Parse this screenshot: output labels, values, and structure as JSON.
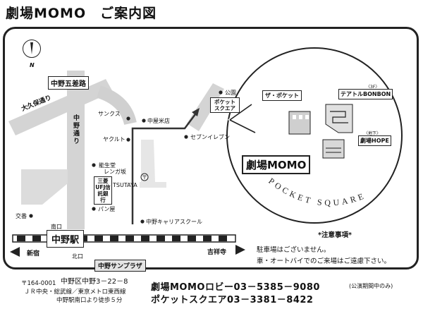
{
  "header": {
    "title": "劇場MOMO　ご案内図"
  },
  "compass": {
    "letter": "N"
  },
  "roads": {
    "gosaro": "中野五差路",
    "okubo": "大久保通り",
    "nakano_dori": "中野通り"
  },
  "places": {
    "sunkus": "サンクス",
    "yakult": "ヤクルト",
    "nosei": "能生堂",
    "renga": "レンガ坂",
    "bank": "三菱UFJ信託銀行",
    "tsutaya": "TSUTAYA",
    "pan": "パン屋",
    "koban": "交番",
    "nakaya": "中屋米店",
    "park": "公園",
    "seven": "セブンイレブン",
    "career": "中野キャリアスクール",
    "pocket_square_map": "ポケット スクエア",
    "minamiguchi": "南口",
    "kitaguchi": "北口",
    "station": "中野駅",
    "shinjuku": "新宿",
    "kichijoji": "吉祥寺",
    "sunplaza": "中野サンプラザ"
  },
  "inset": {
    "za_pocket": "ザ・ポケット",
    "bonbon_floor": "〈3F〉",
    "bonbon": "テアトルBONBON",
    "hope_floor": "〈地下〉",
    "hope": "劇場HOPE",
    "momo": "劇場MOMO",
    "arc_text": "POCKET SQUARE"
  },
  "notice": {
    "title": "*注意事項*",
    "line1": "駐車場はございません。",
    "line2": "車・オートバイでのご来場はご遠慮下さい。"
  },
  "footer": {
    "zip": "〒164-0001",
    "address": "中野区中野3－22－8",
    "access1": "ＪＲ中央・総武線／東京メトロ東西線",
    "access2": "中野駅南口より徒歩５分",
    "phone1": "劇場MOMOロビー03－5385－9080",
    "phone1_note": "(公演期間中のみ)",
    "phone2": "ポケットスクエア03－3381－8422"
  }
}
